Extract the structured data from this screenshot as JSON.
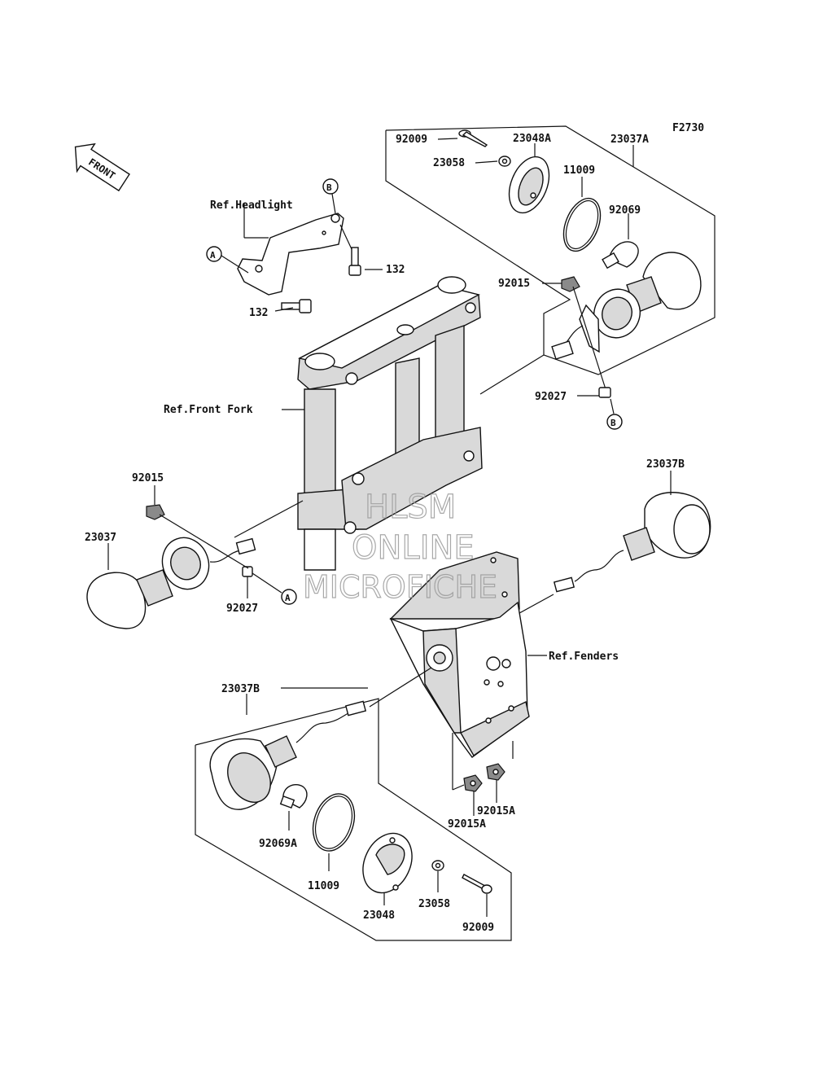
{
  "figure_code": "F2730",
  "front_arrow": "FRONT",
  "refs": {
    "headlight": "Ref.Headlight",
    "front_fork": "Ref.Front Fork",
    "fenders": "Ref.Fenders"
  },
  "callouts": {
    "a": "A",
    "b": "B"
  },
  "parts": {
    "p92009_top": "92009",
    "p23048a": "23048A",
    "p23037a": "23037A",
    "p23058_top": "23058",
    "p11009_top": "11009",
    "p92069": "92069",
    "p92015_right": "92015",
    "p92027_right": "92027",
    "p132_top": "132",
    "p132_left": "132",
    "p92015_left": "92015",
    "p23037": "23037",
    "p92027_left": "92027",
    "p23037b_right": "23037B",
    "p23037b_bottom": "23037B",
    "p92069a": "92069A",
    "p11009_bottom": "11009",
    "p23048": "23048",
    "p23058_bottom": "23058",
    "p92009_bottom": "92009",
    "p92015a_right": "92015A",
    "p92015a_left": "92015A"
  },
  "watermark": [
    "HLSM",
    "ONLINE",
    "MICROFICHE"
  ]
}
